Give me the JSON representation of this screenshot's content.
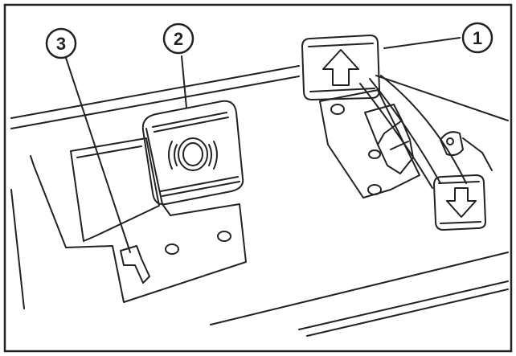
{
  "callouts": [
    {
      "id": "callout-1",
      "label": "1"
    },
    {
      "id": "callout-2",
      "label": "2"
    },
    {
      "id": "callout-3",
      "label": "3"
    }
  ],
  "colors": {
    "line": "#222222",
    "background": "#ffffff"
  },
  "icons": {
    "up_pedal": "arrow-up-icon",
    "down_pedal": "arrow-down-icon",
    "horn_pad": "horn-icon"
  }
}
